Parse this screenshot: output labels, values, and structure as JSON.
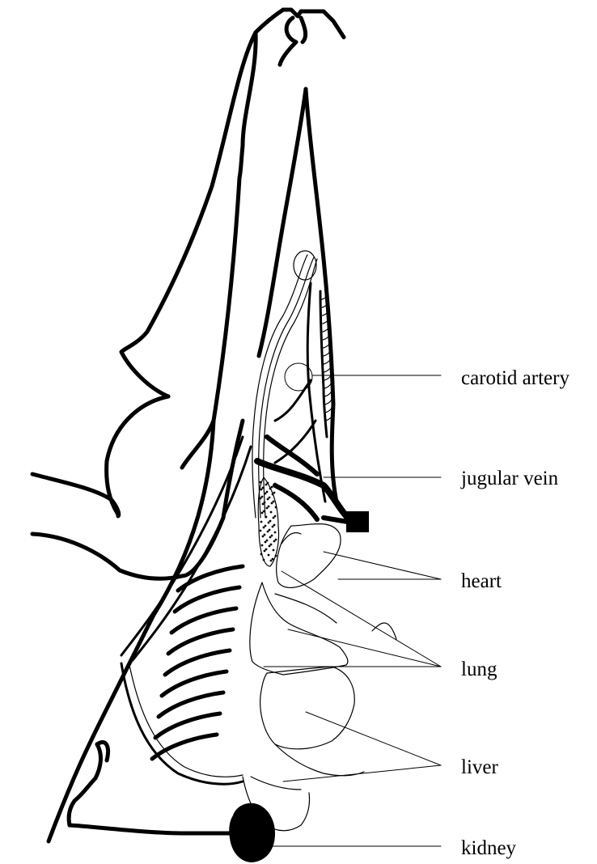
{
  "labels": {
    "carotid": "carotid artery",
    "jugular": "jugular vein",
    "heart": "heart",
    "lung": "lung",
    "liver": "liver",
    "kidney": "kidney"
  }
}
